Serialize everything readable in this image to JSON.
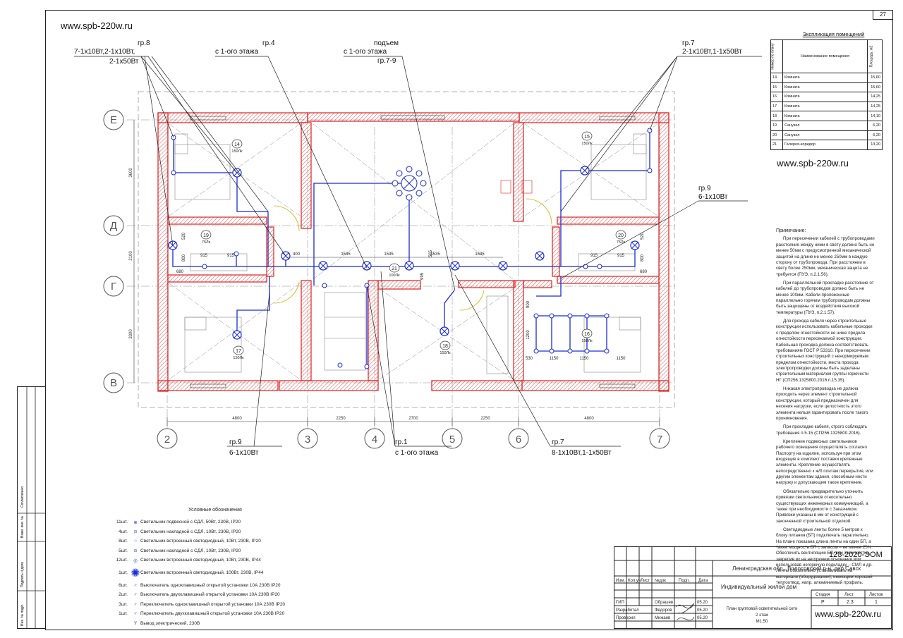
{
  "sheet_number": "27",
  "website": "www.spb-220w.ru",
  "groups": {
    "gr8": {
      "title": "гр.8",
      "line1": "7-1х10Вт,2-1х10Вт,",
      "line2": "2-1х50Вт"
    },
    "gr4": {
      "title": "гр.4",
      "line1": "с 1-ого этажа"
    },
    "rise": {
      "title": "подъем",
      "line1": "с 1-ого этажа",
      "line2": "гр.7-9"
    },
    "gr7_top": {
      "title": "гр.7",
      "line1": "2-1х10Вт,1-1х50Вт"
    },
    "gr9_right": {
      "title": "гр.9",
      "line1": "6-1х10Вт"
    },
    "gr9_bottom": {
      "title": "гр.9",
      "line1": "6-1х10Вт"
    },
    "gr1": {
      "title": "гр.1",
      "line1": "с 1-ого этажа"
    },
    "gr7_bottom": {
      "title": "гр.7",
      "line1": "8-1х10Вт,1-1х50Вт"
    }
  },
  "axes": {
    "rows": [
      "Е",
      "Д",
      "Г",
      "В"
    ],
    "cols": [
      "2",
      "3",
      "4",
      "5",
      "6",
      "7"
    ]
  },
  "dimensions": {
    "bottom": [
      "4800",
      "2250",
      "2700",
      "2250",
      "4800"
    ],
    "left": [
      "3600",
      "2100",
      "3300"
    ],
    "corridor": [
      "400",
      "1535",
      "1535",
      "565",
      "1535",
      "1535",
      "995"
    ],
    "wc_left": [
      "520",
      "800",
      "915",
      "915",
      "680"
    ],
    "wc_right": [
      "520",
      "915",
      "915",
      "800",
      "680"
    ],
    "room16": [
      "900",
      "1200",
      "530",
      "1150",
      "1150",
      "1150"
    ]
  },
  "rooms": [
    {
      "num": "14",
      "lux": "150Лк"
    },
    {
      "num": "15",
      "lux": "150Лк"
    },
    {
      "num": "16",
      "lux": "150Лк"
    },
    {
      "num": "17",
      "lux": "150Лк"
    },
    {
      "num": "18",
      "lux": "150Лк"
    },
    {
      "num": "19",
      "lux": "75Лк"
    },
    {
      "num": "20",
      "lux": "75Лк"
    },
    {
      "num": "21",
      "lux": "100Лк"
    }
  ],
  "explication": {
    "title": "Экспликация помещений",
    "col_num": "Номер по плану",
    "col_name": "Наименование помещения",
    "col_area": "Площадь, м2",
    "rows": [
      {
        "num": "14",
        "name": "Комната",
        "area": "15,60"
      },
      {
        "num": "15",
        "name": "Комната",
        "area": "15,60"
      },
      {
        "num": "16",
        "name": "Комната",
        "area": "14,25"
      },
      {
        "num": "17",
        "name": "Комната",
        "area": "14,25"
      },
      {
        "num": "18",
        "name": "Комната",
        "area": "14,10"
      },
      {
        "num": "19",
        "name": "Санузел",
        "area": "6,20"
      },
      {
        "num": "20",
        "name": "Санузел",
        "area": "6,20"
      },
      {
        "num": "21",
        "name": "Галерея-коридор",
        "area": "13,20"
      }
    ]
  },
  "notes": {
    "title": "Примечание:",
    "paragraphs": [
      "При пересечении кабелей с трубопроводами расстояние между ними в свету должно быть не менее 50мм с предусмотренной механической защитой на длине не менее 250мм в каждую сторону от трубопровода. При расстоянии в свету более 250мм, механическая защита не требуется (ПУЭ, п.2.1.56).",
      "При параллельной прокладке расстояние от кабелей до трубопроводов должно быть не менее 100мм. Кабели проложенные параллельно горячим трубопроводам должны быть защищены от воздействия высокой температуры (ПУЭ, п.2.1.57).",
      "Для прохода кабеля через строительные конструкции использовать кабельные проходки с пределом огнестойкости не ниже предела огнестойкости пересекаемой конструкции. Кабельная проходка должна соответствовать требованиям ГОСТ Р 53310. При пересечении строительных конструкций с ненормируемым пределом огнестойкости, места прохода электропроводки должны быть заделаны строительным материалом группы горючести НГ (СП256.1325800.2016 п.15.35).",
      "Никакая электропроводка не должна проходить через элемент строительной конструкции, который предназначен для несения нагрузки, если целостность этого элемента нельзя гарантировать после такого проникновения.",
      "При прокладке кабеля, строго соблюдать требования п.5.15 (СП256.1325800.2016).",
      "Крепление подвесных светильников рабочего освещения осуществлять согласно Паспорту на изделие, используя при этом входящие в комплект поставки крепежные элементы. Крепление осуществлять непосредственно к ж/б плитам перекрытия, или другим элементам здания, способным нести нагрузку и допускающим такое крепление.",
      "Обязательно предварительно уточнить привязки светильников относительно существующих инженерных коммуникаций, а также при необходимости с Заказчиком. Привязки указаны в мм от конструкций с законченной строительной отделкой.",
      "Светодиодные ленты более 5 метров к блоку питания (БП) подключать параллельно. На плане показана длина ленты на один БП, а также мощность БП с запасом – не менее 25%. Обеспечить вентиляцию БП, при этом жестко закрепив их на негорючем основании или использовав негорючую подкладку – СМЛ и др. Ленты обязательно устанавливать на материале (оборудовании), имеющем хороший теплоотвод, напр. алюминиевый профиль."
    ]
  },
  "legend": {
    "title": "Условные обозначения",
    "items": [
      {
        "qty": "11шт.",
        "icon": "pendant-lamp-icon",
        "text": "Светильник подвесной с СДЛ, 50Вт, 230В, IP20"
      },
      {
        "qty": "4шт.",
        "icon": "surface-lamp-icon",
        "text": "Светильник накладной с СДЛ, 10Вт, 230В, IP20"
      },
      {
        "qty": "8шт.",
        "icon": "recessed-lamp-icon",
        "text": "Светильник встроенный светодиодный, 10Вт, 230В, IP20"
      },
      {
        "qty": "5шт.",
        "icon": "surface-lamp-icon",
        "text": "Светильник накладной с СДЛ, 10Вт, 230В, IP20"
      },
      {
        "qty": "12шт.",
        "icon": "recessed-lamp-ip44-icon",
        "text": "Светильник встроенный светодиодный, 10Вт, 230В, IP44"
      },
      {
        "qty": "1шт.",
        "icon": "chandelier-icon",
        "text": "Светильник встроенный светодиодный, 100Вт, 230В, IP44"
      },
      {
        "qty": "6шт.",
        "icon": "switch-1key-icon",
        "text": "Выключатель одноклавишный открытой установки 10А 230В IP20"
      },
      {
        "qty": "2шт.",
        "icon": "switch-2key-icon",
        "text": "Выключатель двухклавишный открытой установки 10А 230В IP20"
      },
      {
        "qty": "3шт.",
        "icon": "passthrough-switch-icon",
        "text": "Переключатель одноклавишный открытой установки 10А 230В IP20"
      },
      {
        "qty": "1шт.",
        "icon": "passthrough-switch-2-icon",
        "text": "Переключатель двухклавишный открытой установки 10А 230В IP20"
      },
      {
        "qty": "",
        "icon": "power-outlet-icon",
        "text": "Вывод электрический, 230В"
      }
    ]
  },
  "side_stamp": [
    "Согласовано",
    "Взам. инв. №",
    "Подпись и дата",
    "Инв. № подл."
  ],
  "title_block": {
    "doc_code": "123-2020-ЭОМ",
    "address": "Ленинградская обл., Волосовский р-н, дер.Савск",
    "object": "Индивидуальный жилой дом",
    "sheet_title_1": "План групповой осветительной сети",
    "sheet_title_2": "2 этаж",
    "scale": "М1:50",
    "hdr": [
      "Изм.",
      "Кол.уч",
      "Лист",
      "№док",
      "Подп.",
      "Дата"
    ],
    "people": [
      {
        "role": "ГИП",
        "name": "Обрашев",
        "date": "05.20"
      },
      {
        "role": "Разработал",
        "name": "Федоров",
        "date": "05.20"
      },
      {
        "role": "Проверил",
        "name": "Мижаев",
        "date": "05.20"
      }
    ],
    "stage_label": "Стадия",
    "sheet_label": "Лист",
    "sheets_label": "Листов",
    "stage": "Р",
    "sheet": "2.3",
    "sheets": "1",
    "website": "www.spb-220w.ru"
  }
}
